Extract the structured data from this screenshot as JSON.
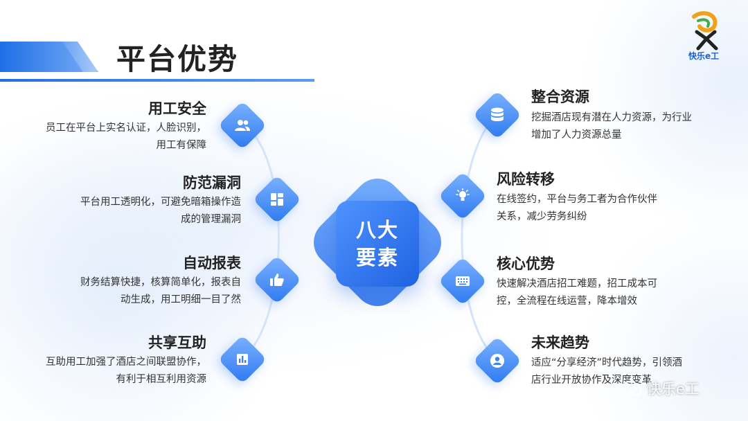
{
  "header": {
    "title": "平台优势"
  },
  "logo": {
    "text": "快乐e工"
  },
  "center": {
    "line1": "八大",
    "line2": "要素"
  },
  "left_items": [
    {
      "title": "用工安全",
      "desc1": "员工在平台上实名认证，人脸识别，",
      "desc2": "用工有保障",
      "icon": "users-icon"
    },
    {
      "title": "防范漏洞",
      "desc1": "平台用工透明化，可避免暗箱操作造",
      "desc2": "成的管理漏洞",
      "icon": "dashboard-icon"
    },
    {
      "title": "自动报表",
      "desc1": "财务结算快捷，核算简单化，报表自",
      "desc2": "动生成，用工明细一目了然",
      "icon": "thumbs-up-icon"
    },
    {
      "title": "共享互助",
      "desc1": "互助用工加强了酒店之间联盟协作，",
      "desc2": "有利于相互利用资源",
      "icon": "bar-chart-icon"
    }
  ],
  "right_items": [
    {
      "title": "整合资源",
      "desc1": "挖掘酒店现有潜在人力资源，为行业",
      "desc2": "增加了人力资源总量",
      "icon": "database-icon"
    },
    {
      "title": "风险转移",
      "desc1": "在线签约，平台与务工者为合作伙伴",
      "desc2": "关系，减少劳务纠纷",
      "icon": "lightbulb-icon"
    },
    {
      "title": "核心优势",
      "desc1": "快速解决酒店招工难题，招工成本可",
      "desc2": "控，全流程在线运营，降本增效",
      "icon": "keyboard-icon"
    },
    {
      "title": "未来趋势",
      "desc1": "适应“分享经济”时代趋势，引领酒",
      "desc2": "店行业开放协作及深度变革",
      "icon": "person-icon"
    }
  ],
  "watermark": {
    "text": "快乐e工"
  },
  "colors": {
    "accent": "#2d7af0",
    "accent_light": "#7db2ff",
    "title": "#222222"
  }
}
